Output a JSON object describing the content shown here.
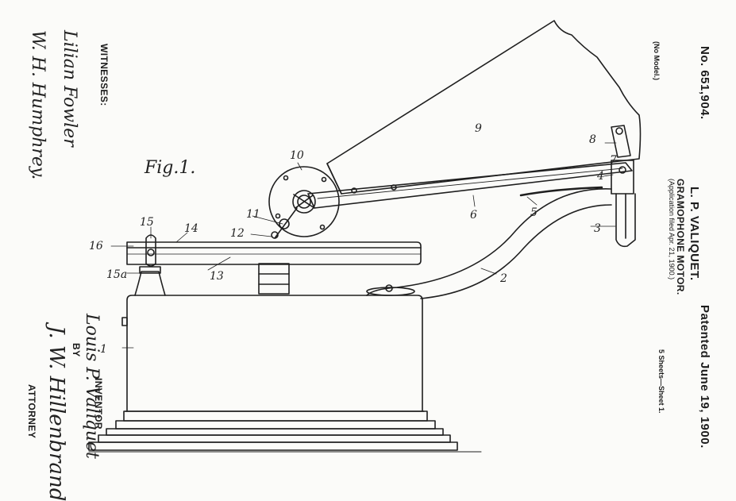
{
  "patent": {
    "number": "No. 651,904.",
    "date": "Patented June 19, 1900.",
    "model": "(No Model.)",
    "inventor_name": "L. P. VALIQUET.",
    "title": "GRAMOPHONE MOTOR.",
    "application": "(Application filed Apr. 21, 1900.)",
    "sheets": "5 Sheets—Sheet 1."
  },
  "figure": {
    "label": "Fig.1.",
    "parts": [
      "1",
      "2",
      "3",
      "4",
      "5",
      "6",
      "7",
      "8",
      "9",
      "10",
      "11",
      "12",
      "13",
      "14",
      "15",
      "15a",
      "16"
    ]
  },
  "witnesses": {
    "label": "WITNESSES:",
    "signature_1": "Lilian Fowler",
    "signature_2": "W. H. Humphrey."
  },
  "inventor": {
    "signature": "Louis P. Valiquet",
    "by": "BY",
    "attorney_signature": "J. W. Hillenbrand",
    "inventor_label": "INVENTOR",
    "attorney_label": "ATTORNEY"
  }
}
